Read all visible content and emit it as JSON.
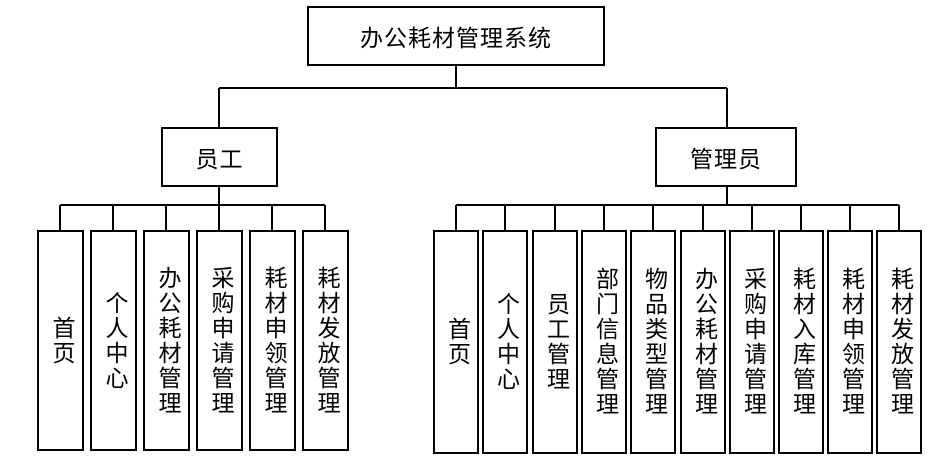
{
  "root": {
    "label": "办公耗材管理系统"
  },
  "roles": [
    {
      "label": "员工",
      "items": [
        "首页",
        "个人中心",
        "办公耗材管理",
        "采购申请管理",
        "耗材申领管理",
        "耗材发放管理"
      ]
    },
    {
      "label": "管理员",
      "items": [
        "首页",
        "个人中心",
        "员工管理",
        "部门信息管理",
        "物品类型管理",
        "办公耗材管理",
        "采购申请管理",
        "耗材入库管理",
        "耗材申领管理",
        "耗材发放管理"
      ]
    }
  ]
}
